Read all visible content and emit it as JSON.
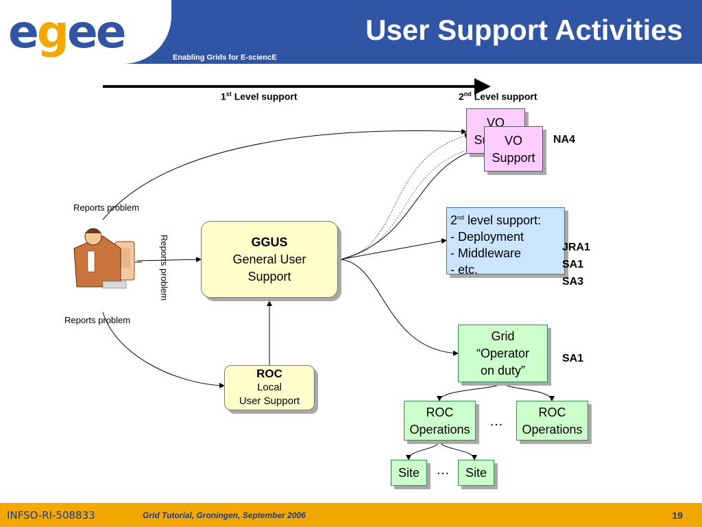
{
  "header": {
    "logo": {
      "part1": "e",
      "part2": "g",
      "part3": "ee"
    },
    "title": "User Support Activities",
    "subtitle": "Enabling Grids for E-sciencE"
  },
  "timeline": {
    "first_num": "1",
    "first_sup": "st",
    "first_text": " Level support",
    "second_num": "2",
    "second_sup": "nd",
    "second_text": " Level support"
  },
  "user_icon": "user-at-computer-icon",
  "reports": {
    "top": "Reports problem",
    "vertical": "Reports problem",
    "bottom": "Reports problem"
  },
  "ggus": {
    "title": "GGUS",
    "line1": "General User",
    "line2": "Support"
  },
  "roc_local": {
    "title": "ROC",
    "line1": "Local",
    "line2": "User Support"
  },
  "vo_back": {
    "line1": "VO",
    "line2": "Support"
  },
  "vo_front": {
    "line1": "VO",
    "line2": "Support"
  },
  "second_level": {
    "num": "2",
    "sup": "nd",
    "title_rest": " level support:",
    "items": [
      "- Deployment",
      "- Middleware",
      "- etc."
    ]
  },
  "operator": {
    "line1": "Grid",
    "line2": "“Operator",
    "line3": "on duty”"
  },
  "roc_ops": [
    {
      "line1": "ROC",
      "line2": "Operations"
    },
    {
      "line1": "ROC",
      "line2": "Operations"
    }
  ],
  "sites": [
    "Site",
    "Site"
  ],
  "ellipsis": [
    "…",
    "…"
  ],
  "side_labels": {
    "na": "NA4",
    "jra": [
      "JRA1",
      "SA1",
      "SA3"
    ],
    "sa": "SA1"
  },
  "footer": {
    "left": "INFSO-RI-508833",
    "center": "Grid Tutorial, Groningen, September 2006",
    "page": "19"
  },
  "colors": {
    "header_blue": "#2f55a4",
    "footer_gold": "#f2a800",
    "green_box": "#ccffcc",
    "pink_box": "#ffccff",
    "blue_box": "#cce5ff",
    "yellow_box": "#ffffcc"
  }
}
